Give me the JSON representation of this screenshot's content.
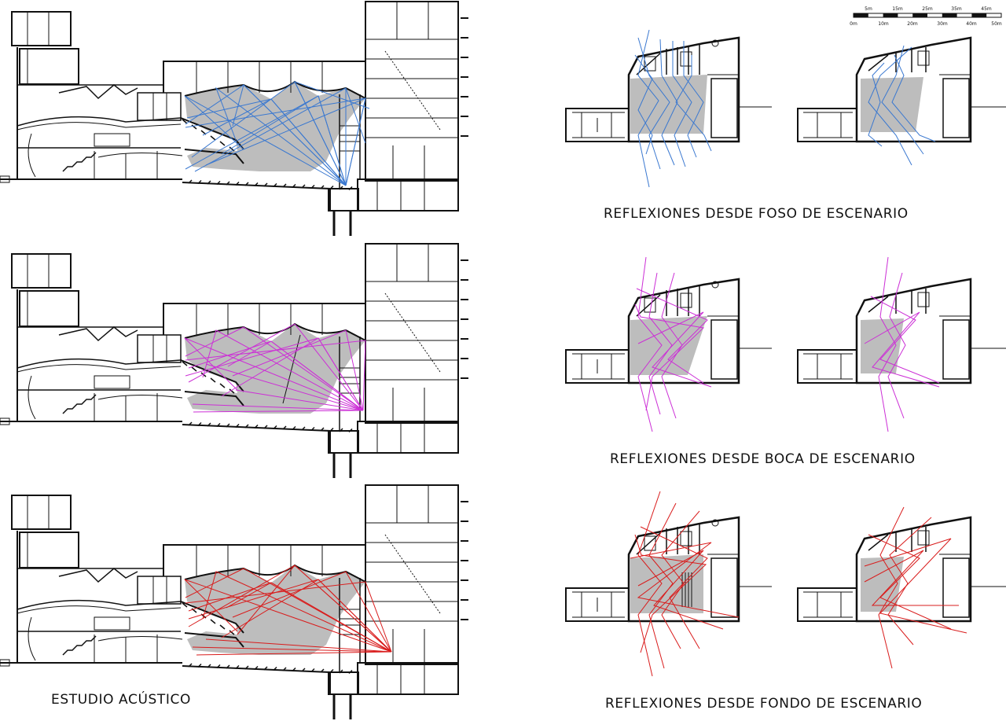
{
  "captions": {
    "foso": "REFLEXIONES DESDE FOSO DE ESCENARIO",
    "boca": "REFLEXIONES DESDE BOCA DE ESCENARIO",
    "fondo": "REFLEXIONES DESDE FONDO DE ESCENARIO",
    "estudio": "ESTUDIO ACÚSTICO"
  },
  "scale_bar": {
    "top_labels": [
      "5m",
      "15m",
      "25m",
      "35m",
      "45m"
    ],
    "bottom_labels": [
      "0m",
      "10m",
      "20m",
      "30m",
      "40m",
      "50m"
    ]
  },
  "colors": {
    "foso": "#3a78d0",
    "boca": "#cc2fd6",
    "fondo": "#d91c1c",
    "shading": "#bdbdbd",
    "linework": "#111111"
  }
}
